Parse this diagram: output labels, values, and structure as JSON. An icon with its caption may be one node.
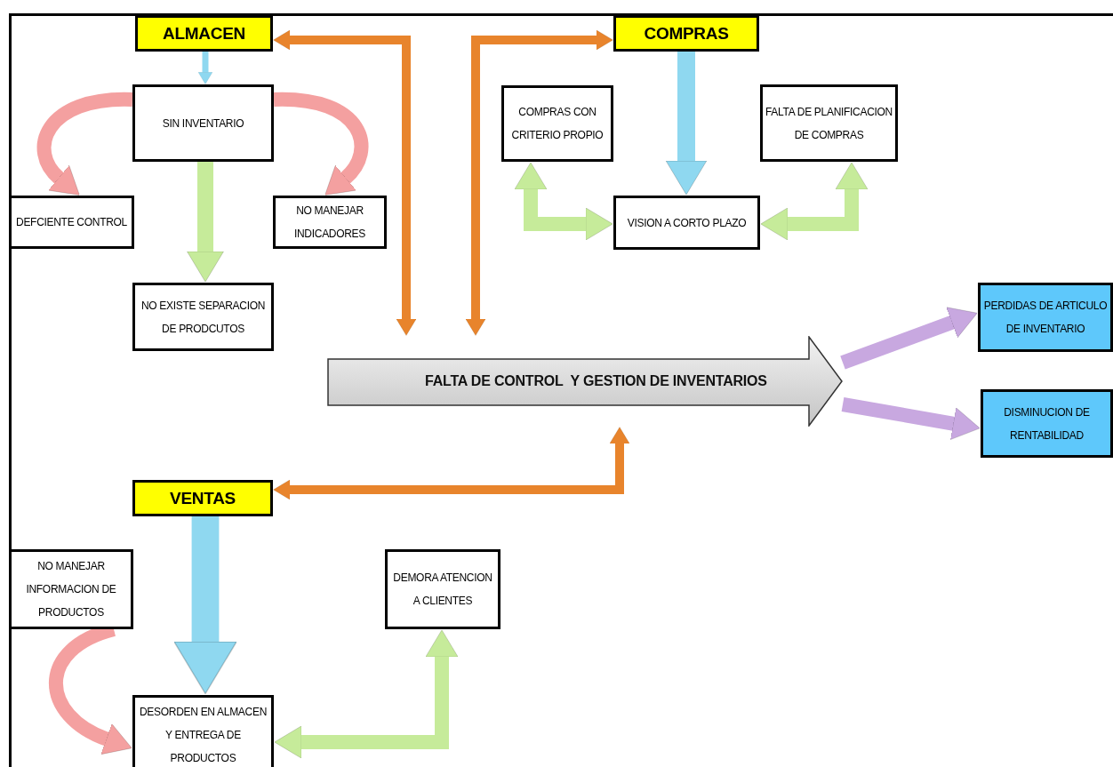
{
  "diagram": {
    "nodes": [
      {
        "text": [
          "ALMACEN"
        ]
      },
      {
        "text": [
          "SIN INVENTARIO"
        ]
      },
      {
        "text": [
          "DEFCIENTE  CONTROL"
        ]
      },
      {
        "text": [
          "NO MANEJAR INDICADORES"
        ]
      },
      {
        "text": [
          "NO EXISTE SEPARACION DE PRODCUTOS"
        ]
      },
      {
        "text": [
          "COMPRAS"
        ]
      },
      {
        "text": [
          "COMPRAS CON CRITERIO PROPIO"
        ]
      },
      {
        "text": [
          "FALTA DE PLANIFICACION DE COMPRAS"
        ]
      },
      {
        "text": [
          "VISION A CORTO PLAZO"
        ]
      },
      {
        "text": [
          "FALTA DE CONTROL  Y GESTION DE INVENTARIOS"
        ]
      },
      {
        "text": [
          "PERDIDAS DE ARTICULO DE INVENTARIO"
        ]
      },
      {
        "text": [
          "DISMINUCION DE RENTABILIDAD"
        ]
      },
      {
        "text": [
          "VENTAS"
        ]
      },
      {
        "text": [
          "NO MANEJAR INFORMACION  DE PRODUCTOS"
        ]
      },
      {
        "text": [
          "DEMORA ATENCION A CLIENTES"
        ]
      },
      {
        "text": [
          "DESORDEN EN ALMACEN Y ENTREGA DE PRODUCTOS"
        ]
      }
    ],
    "edges": [
      {
        "from": 0,
        "to": 1,
        "arrow": "to",
        "color": "#8fd8f0"
      },
      {
        "from": 1,
        "to": 4,
        "arrow": "to",
        "color": "#c6eb9a"
      },
      {
        "from": 1,
        "to": 2,
        "arrow": "to",
        "color": "#f4a0a0"
      },
      {
        "from": 1,
        "to": 3,
        "arrow": "to",
        "color": "#f4a0a0"
      },
      {
        "from": 5,
        "to": 8,
        "arrow": "to",
        "color": "#8fd8f0"
      },
      {
        "from": 6,
        "to": 8,
        "arrow": "both",
        "color": "#c6eb9a"
      },
      {
        "from": 7,
        "to": 8,
        "arrow": "both",
        "color": "#c6eb9a"
      },
      {
        "from": 0,
        "to": 9,
        "arrow": "both",
        "color": "#e8842c"
      },
      {
        "from": 5,
        "to": 9,
        "arrow": "both",
        "color": "#e8842c"
      },
      {
        "from": 9,
        "to": 12,
        "arrow": "both",
        "color": "#e8842c"
      },
      {
        "from": 9,
        "to": 10,
        "arrow": "to",
        "color": "#c8a8e0"
      },
      {
        "from": 9,
        "to": 11,
        "arrow": "to",
        "color": "#c8a8e0"
      },
      {
        "from": 12,
        "to": 15,
        "arrow": "to",
        "style": "thick",
        "color": "#8fd8f0"
      },
      {
        "from": 13,
        "to": 15,
        "arrow": "to",
        "color": "#f4a0a0"
      },
      {
        "from": 15,
        "to": 14,
        "arrow": "both",
        "color": "#c6eb9a"
      }
    ]
  }
}
